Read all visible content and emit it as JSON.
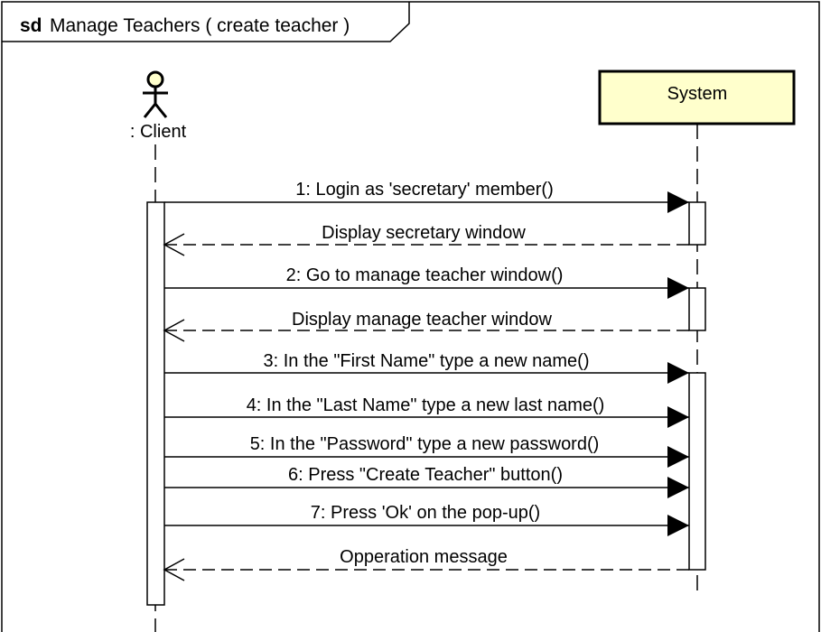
{
  "frame": {
    "keyword": "sd",
    "title": "Manage Teachers ( create teacher )"
  },
  "lifelines": {
    "actor": {
      "label": ": Client"
    },
    "system": {
      "label": "System",
      "fill": "#ffffcc",
      "border": "#000000"
    }
  },
  "messages": [
    {
      "id": 1,
      "label": "1: Login as 'secretary' member()",
      "kind": "call"
    },
    {
      "id": 2,
      "label": "Display secretary window",
      "kind": "return"
    },
    {
      "id": 3,
      "label": "2: Go to manage teacher window()",
      "kind": "call"
    },
    {
      "id": 4,
      "label": "Display manage teacher window",
      "kind": "return"
    },
    {
      "id": 5,
      "label": "3: In the \"First Name\" type a new name()",
      "kind": "call"
    },
    {
      "id": 6,
      "label": "4: In the \"Last Name\" type a new last name()",
      "kind": "call"
    },
    {
      "id": 7,
      "label": "5: In the \"Password\" type a new password()",
      "kind": "call"
    },
    {
      "id": 8,
      "label": "6: Press \"Create Teacher\" button()",
      "kind": "call"
    },
    {
      "id": 9,
      "label": "7: Press 'Ok' on the pop-up()",
      "kind": "call"
    },
    {
      "id": 10,
      "label": "Opperation message",
      "kind": "return"
    }
  ]
}
